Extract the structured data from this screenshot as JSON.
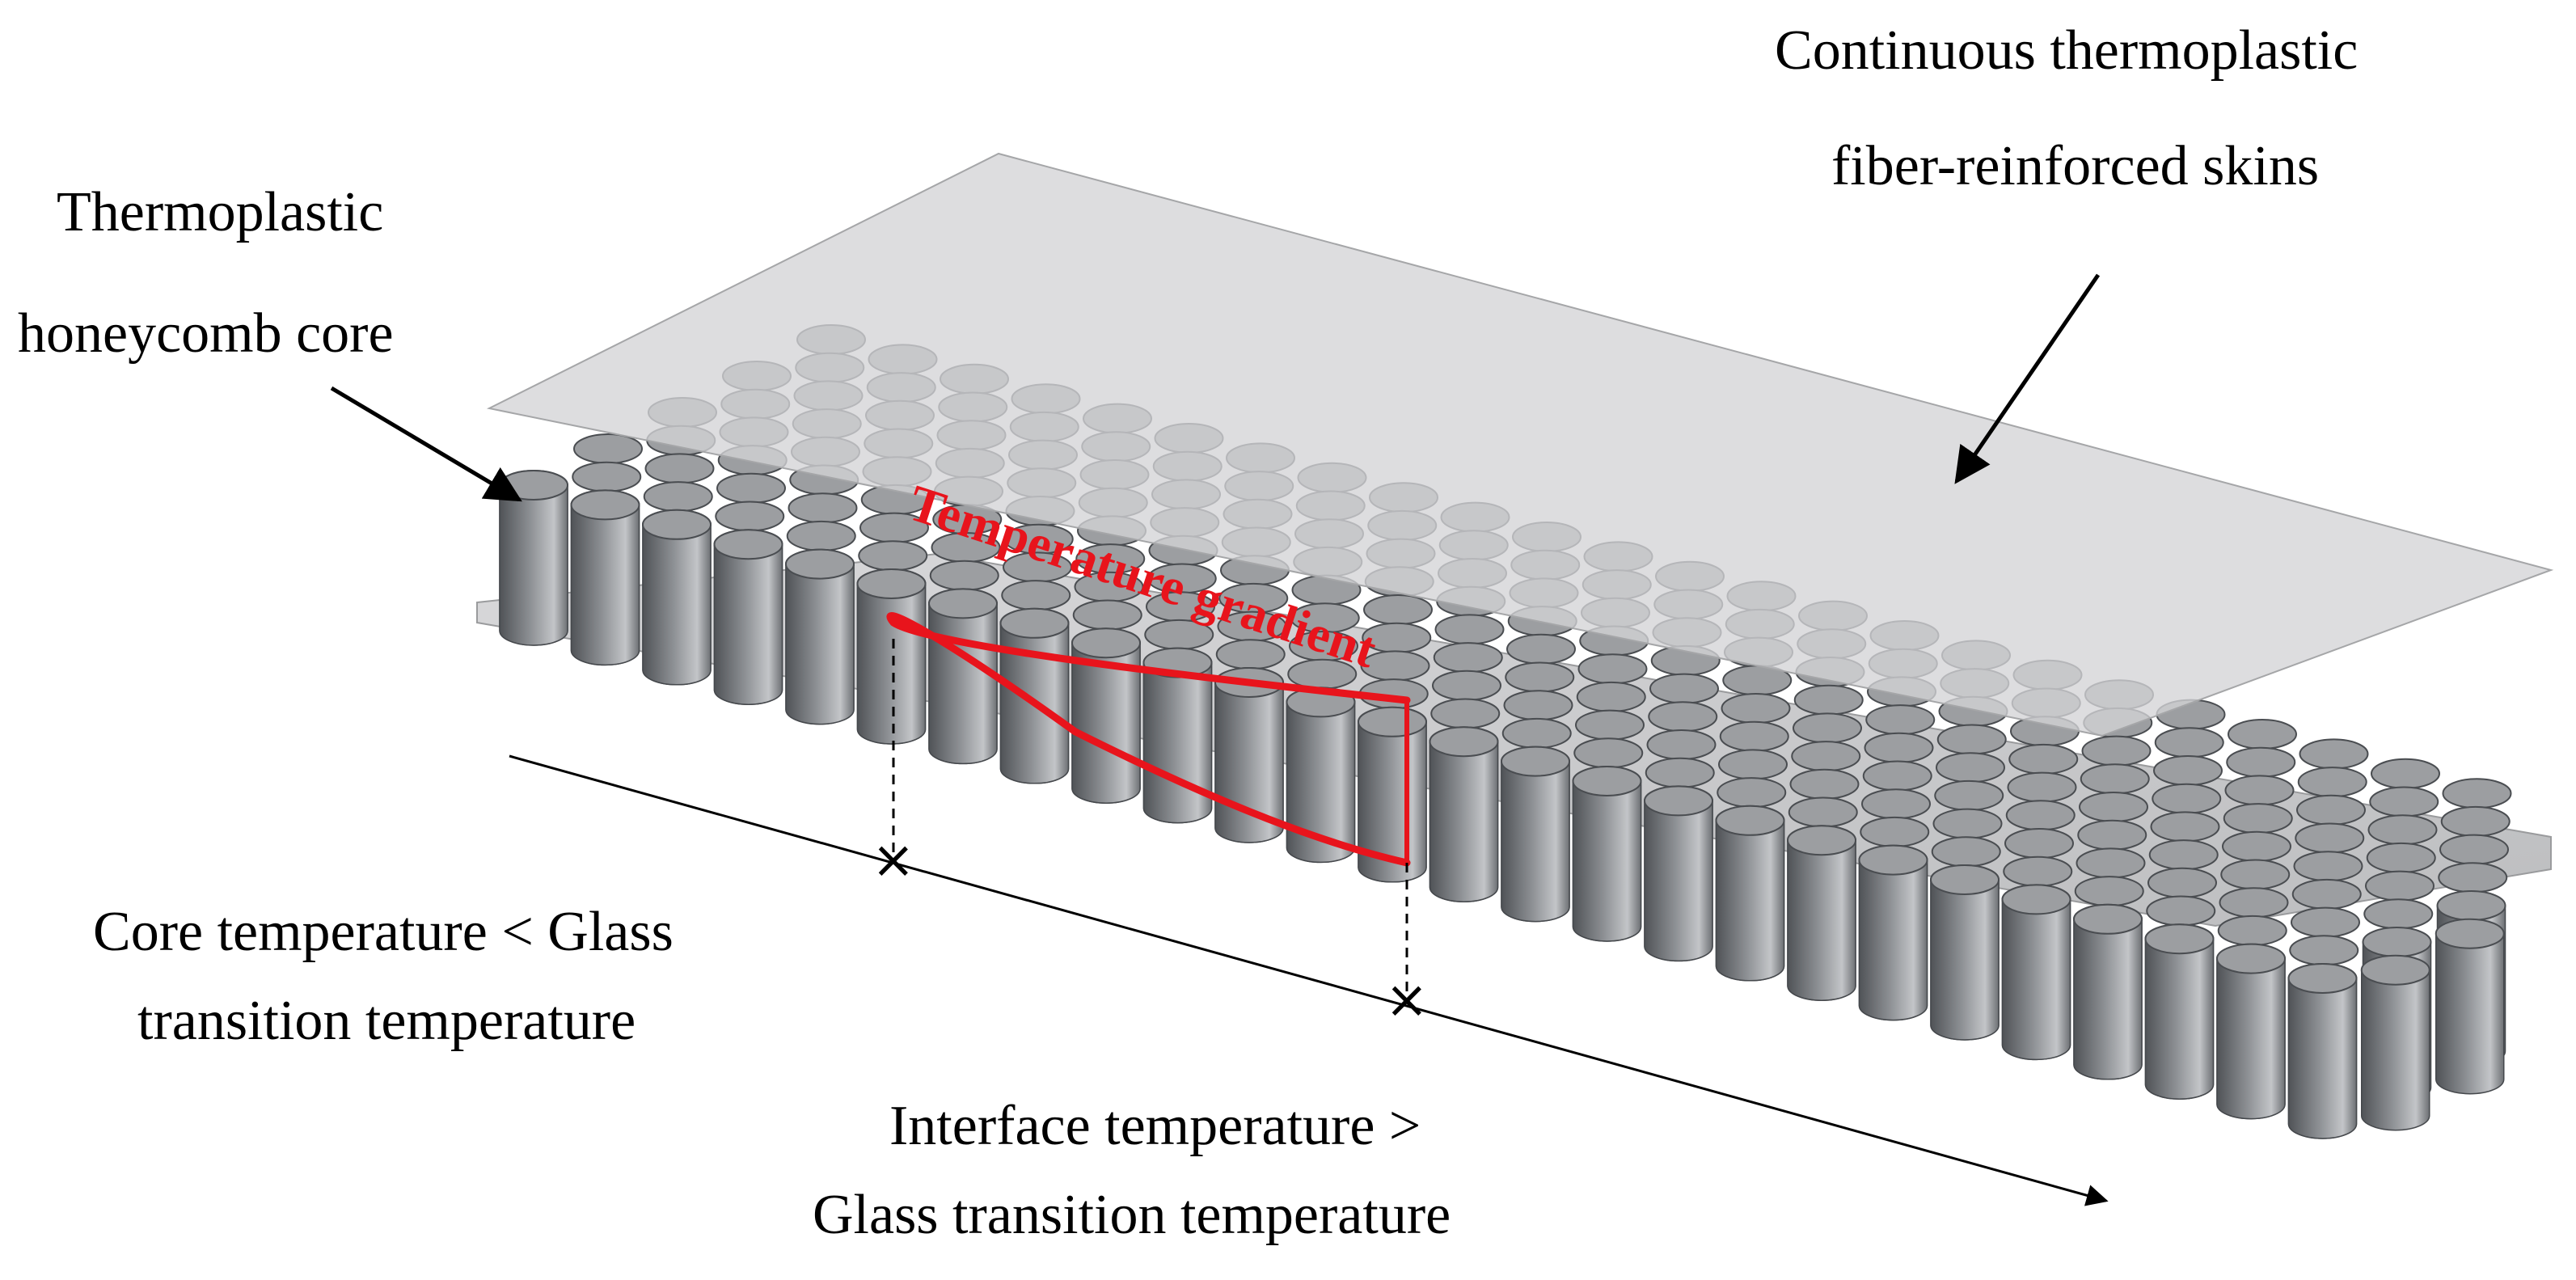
{
  "labels": {
    "core": [
      "Thermoplastic",
      "honeycomb core"
    ],
    "skins": [
      "Continuous thermoplastic",
      "fiber-reinforced skins"
    ],
    "gradient": "Temperature gradient",
    "core_temp": [
      "Core temperature < Glass",
      "transition temperature"
    ],
    "interface_temp": [
      "Interface temperature >",
      "Glass transition temperature"
    ],
    "marker": "×"
  },
  "colors": {
    "accent": "#e8141c",
    "skin": "#cfcfd1",
    "cell_dark": "#5d6064",
    "cell_light": "#b9bbbe",
    "cell_top": "#9c9ea1",
    "ink": "#000000"
  }
}
